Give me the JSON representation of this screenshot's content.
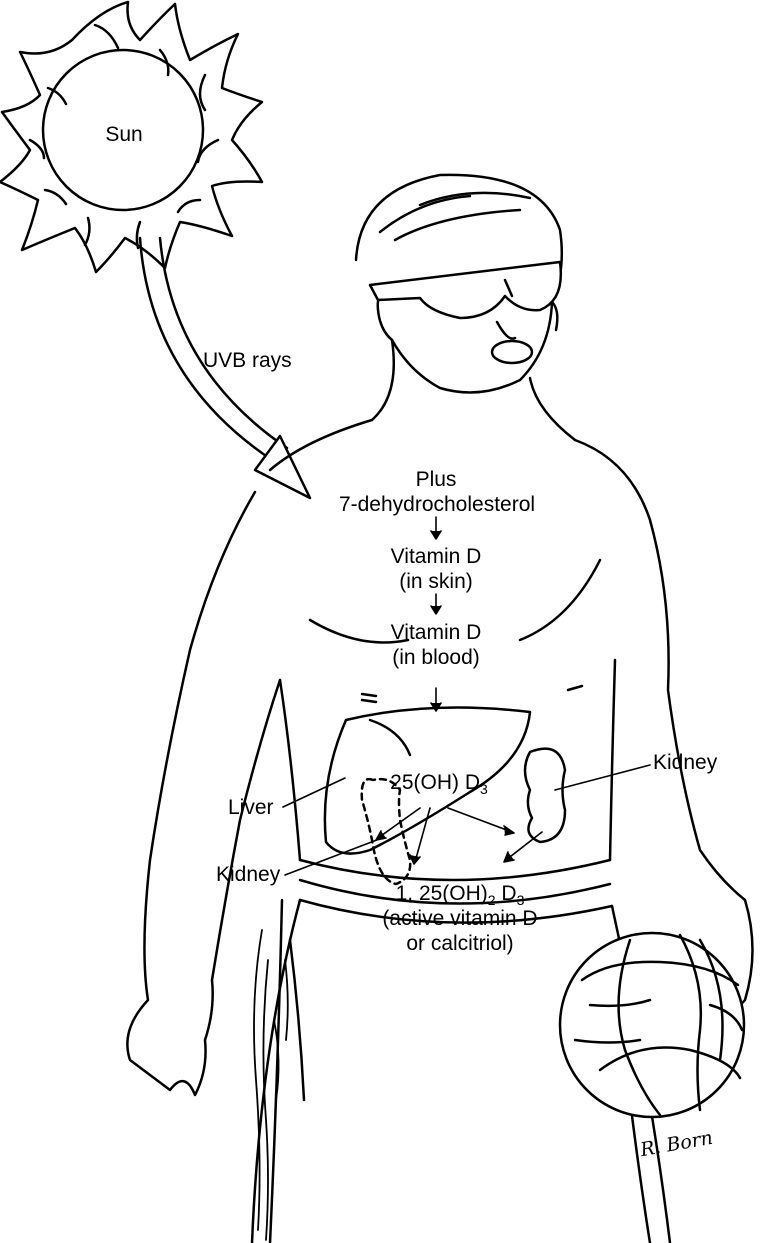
{
  "labels": {
    "sun": "Sun",
    "uvb": "UVB rays",
    "plus": "Plus",
    "dehydro": "7-dehydrocholesterol",
    "vitd_skin_1": "Vitamin D",
    "vitd_skin_2": "(in skin)",
    "vitd_blood_1": "Vitamin D",
    "vitd_blood_2": "(in blood)",
    "hydroxy_main": "25(OH) D",
    "hydroxy_sub": "3",
    "kidney_right": "Kidney",
    "liver": "Liver",
    "kidney_left": "Kidney",
    "calcitriol_a": "1, 25(OH)",
    "calcitriol_sub1": "2",
    "calcitriol_b": " D",
    "calcitriol_sub2": "3",
    "active_1": "(active vitamin D",
    "active_2": "or calcitriol)",
    "signature": "R. Born"
  }
}
